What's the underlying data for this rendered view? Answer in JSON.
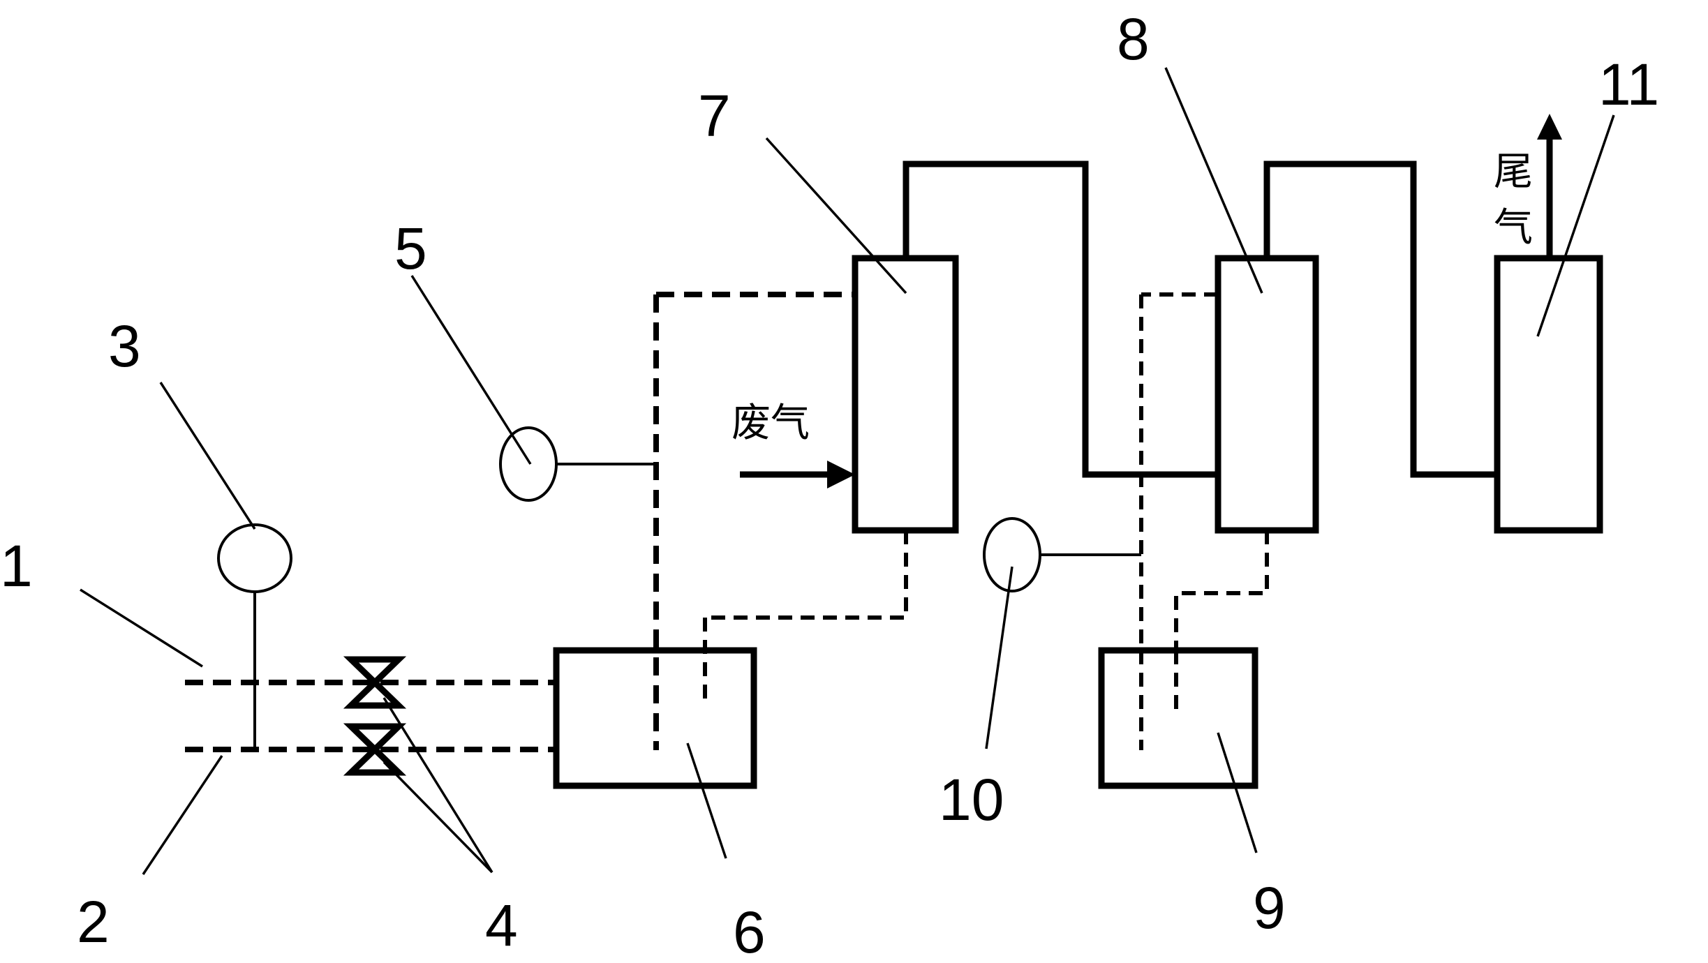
{
  "labels": {
    "n1": "1",
    "n2": "2",
    "n3": "3",
    "n4": "4",
    "n5": "5",
    "n6": "6",
    "n7": "7",
    "n8": "8",
    "n9": "9",
    "n10": "10",
    "n11": "11"
  },
  "annotations": {
    "waste_gas": "废气",
    "tail_gas_char1": "尾",
    "tail_gas_char2": "气"
  },
  "colors": {
    "ink": "#000000",
    "background": "#ffffff"
  }
}
